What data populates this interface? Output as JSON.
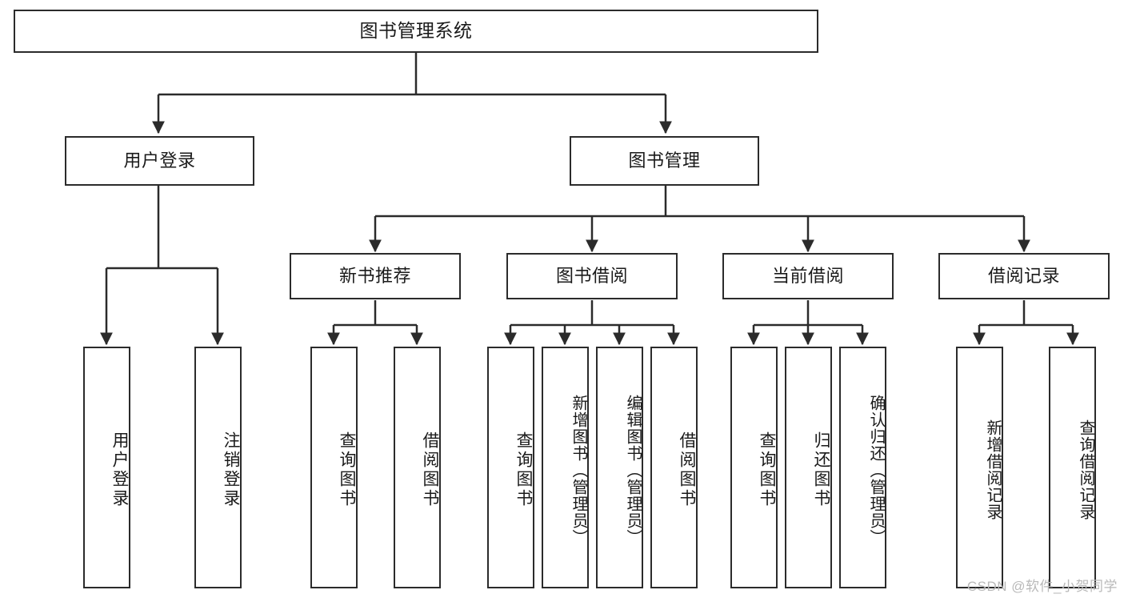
{
  "diagram": {
    "title": "图书管理系统",
    "type": "tree-hierarchy",
    "orientation": "top-down",
    "levels": 4,
    "colors": {
      "stroke": "#2b2b2b",
      "fill": "#ffffff",
      "text": "#1a1a1a",
      "watermark": "#b9b9b9"
    },
    "root": {
      "label": "图书管理系统"
    },
    "level2": [
      {
        "label": "用户登录"
      },
      {
        "label": "图书管理"
      }
    ],
    "level3": [
      {
        "label": "新书推荐"
      },
      {
        "label": "图书借阅"
      },
      {
        "label": "当前借阅"
      },
      {
        "label": "借阅记录"
      }
    ],
    "leaves": {
      "user_login": [
        {
          "label": "用户登录"
        },
        {
          "label": "注销登录"
        }
      ],
      "new_book_recommend": [
        {
          "label": "查询图书"
        },
        {
          "label": "借阅图书"
        }
      ],
      "book_borrow": [
        {
          "label": "查询图书"
        },
        {
          "label": "新增图书（管理员）"
        },
        {
          "label": "编辑图书（管理员）"
        },
        {
          "label": "借阅图书"
        }
      ],
      "current_borrow": [
        {
          "label": "查询图书"
        },
        {
          "label": "归还图书"
        },
        {
          "label": "确认归还（管理员）"
        }
      ],
      "borrow_record": [
        {
          "label": "新增借阅记录"
        },
        {
          "label": "查询借阅记录"
        }
      ]
    }
  },
  "watermark": {
    "text": "CSDN @软件_小贺同学"
  }
}
